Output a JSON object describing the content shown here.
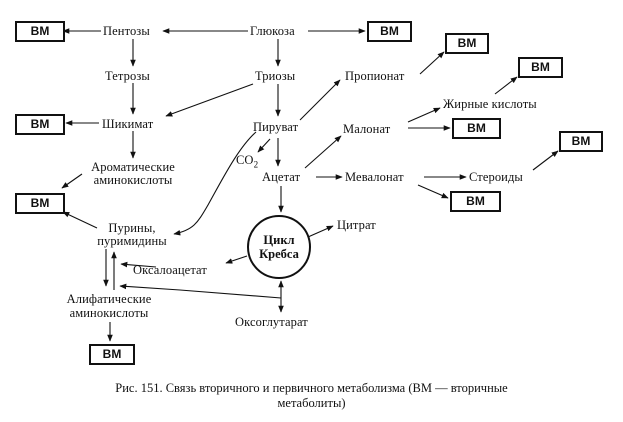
{
  "vm_label": "ВМ",
  "nodes": {
    "pentoses": "Пентозы",
    "glucose": "Глюкоза",
    "tetroses": "Тетрозы",
    "trioses": "Триозы",
    "propionate": "Пропионат",
    "shikimate": "Шикимат",
    "pyruvate": "Пируват",
    "malonate": "Малонат",
    "fatty_acids": "Жирные кислоты",
    "aromatic_1": "Ароматические",
    "aromatic_2": "аминокислоты",
    "co2_base": "CO",
    "co2_sub": "2",
    "acetate": "Ацетат",
    "mevalonate": "Мевалонат",
    "steroids": "Стероиды",
    "purines_1": "Пурины,",
    "purines_2": "пуримидины",
    "krebs_1": "Цикл",
    "krebs_2": "Кребса",
    "citrate": "Цитрат",
    "oxaloacetate": "Оксалоацетат",
    "aliphatic_1": "Алифатические",
    "aliphatic_2": "аминокислоты",
    "oxoglutarate": "Оксоглутарат"
  },
  "caption": {
    "line1": "Рис. 151. Связь вторичного и первичного метаболизма (ВМ — вторичные",
    "line2": "метаболиты)"
  }
}
